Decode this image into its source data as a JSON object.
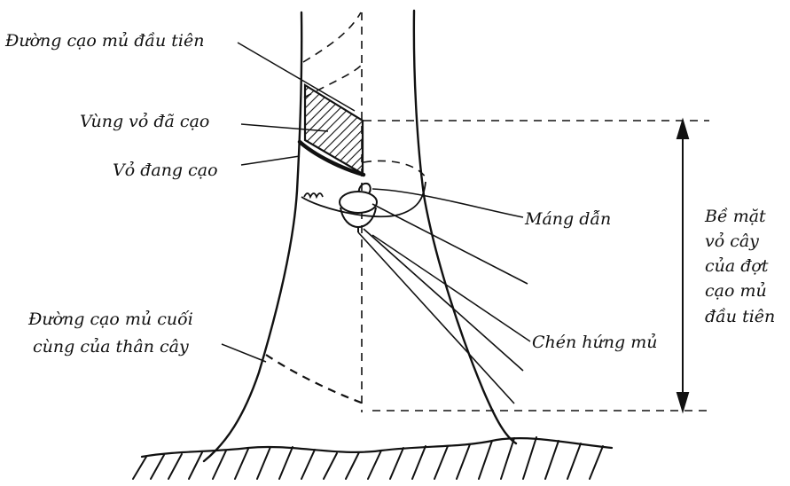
{
  "labels": {
    "first_tapping_line": "Đường cạo mủ đầu tiên",
    "tapped_bark": "Vùng vỏ đã cạo",
    "bark_being_tapped": "Vỏ đang cạo",
    "spout": "Máng dẫn",
    "latex_cup": "Chén hứng mủ",
    "last_tapping_line_1": "Đường cạo mủ cuối",
    "last_tapping_line_2": "cùng của thân cây",
    "bark_surface_1": "Bề mặt",
    "bark_surface_2": "vỏ cây",
    "bark_surface_3": "của đợt",
    "bark_surface_4": "cạo mủ",
    "bark_surface_5": "đầu tiên"
  },
  "colors": {
    "ink": "#111111",
    "background": "#ffffff"
  }
}
